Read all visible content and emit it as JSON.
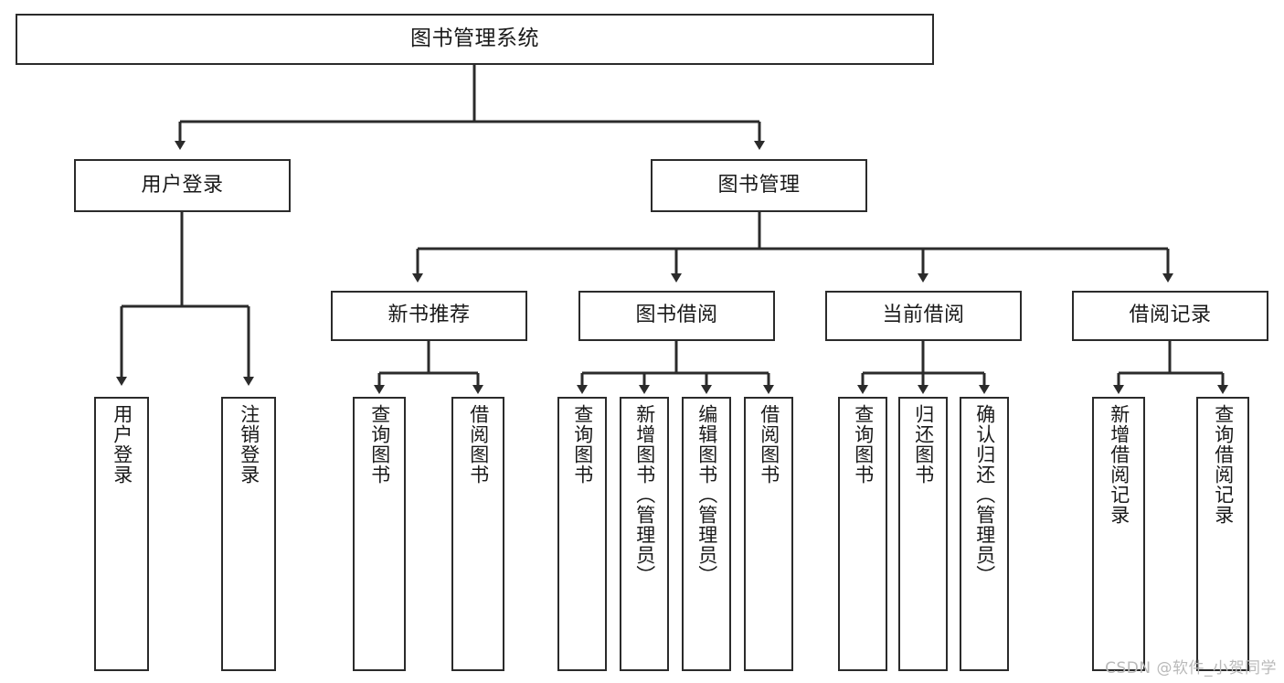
{
  "diagram": {
    "type": "tree-hierarchy",
    "title": "图书管理系统",
    "root": {
      "id": "root",
      "label": "图书管理系统"
    },
    "level1": [
      {
        "id": "user-login",
        "label": "用户登录"
      },
      {
        "id": "book-manage",
        "label": "图书管理"
      }
    ],
    "level2": [
      {
        "id": "new-book-rec",
        "label": "新书推荐",
        "parent": "book-manage"
      },
      {
        "id": "book-borrow",
        "label": "图书借阅",
        "parent": "book-manage"
      },
      {
        "id": "current-borrow",
        "label": "当前借阅",
        "parent": "book-manage"
      },
      {
        "id": "borrow-record",
        "label": "借阅记录",
        "parent": "book-manage"
      }
    ],
    "leaves": [
      {
        "id": "leaf-user-login",
        "label": "用户登录",
        "parent": "user-login"
      },
      {
        "id": "leaf-logout",
        "label": "注销登录",
        "parent": "user-login"
      },
      {
        "id": "leaf-query-book-1",
        "label": "查询图书",
        "parent": "new-book-rec"
      },
      {
        "id": "leaf-borrow-book-1",
        "label": "借阅图书",
        "parent": "new-book-rec"
      },
      {
        "id": "leaf-query-book-2",
        "label": "查询图书",
        "parent": "book-borrow"
      },
      {
        "id": "leaf-add-book",
        "label": "新增图书（管理员）",
        "parent": "book-borrow"
      },
      {
        "id": "leaf-edit-book",
        "label": "编辑图书（管理员）",
        "parent": "book-borrow"
      },
      {
        "id": "leaf-borrow-book-2",
        "label": "借阅图书",
        "parent": "book-borrow"
      },
      {
        "id": "leaf-query-book-3",
        "label": "查询图书",
        "parent": "current-borrow"
      },
      {
        "id": "leaf-return-book",
        "label": "归还图书",
        "parent": "current-borrow"
      },
      {
        "id": "leaf-confirm-return",
        "label": "确认归还（管理员）",
        "parent": "current-borrow"
      },
      {
        "id": "leaf-add-record",
        "label": "新增借阅记录",
        "parent": "borrow-record"
      },
      {
        "id": "leaf-query-record",
        "label": "查询借阅记录",
        "parent": "borrow-record"
      }
    ],
    "colors": {
      "stroke": "#2b2b2b",
      "fill": "#ffffff",
      "text": "#1a1a1a",
      "watermark": "#b9b9b9"
    }
  },
  "watermark": {
    "text": "CSDN @软件_小贺同学"
  }
}
